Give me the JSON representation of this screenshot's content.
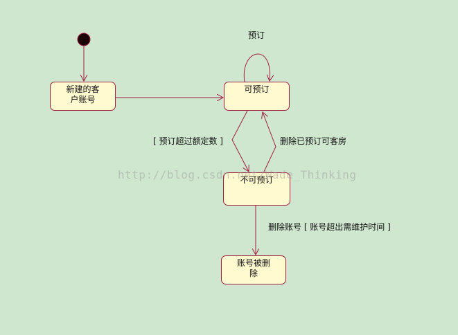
{
  "states": {
    "new_account": "新建的客\n户账号",
    "bookable": "可预订",
    "not_bookable": "不可预订",
    "deleted": "账号被删\n除"
  },
  "transitions": {
    "self_book": "预订",
    "over_limit": "[ 预订超过额定数 ]",
    "delete_booked": "删除已预订可客房",
    "delete_account": "删除账号 [ 账号超出需维护时间 ]"
  },
  "watermark": "http://blog.csdn.net/Wade_Thinking",
  "colors": {
    "background": "#cfe6cf",
    "state_fill": "#fffad0",
    "edge": "#a02040"
  }
}
